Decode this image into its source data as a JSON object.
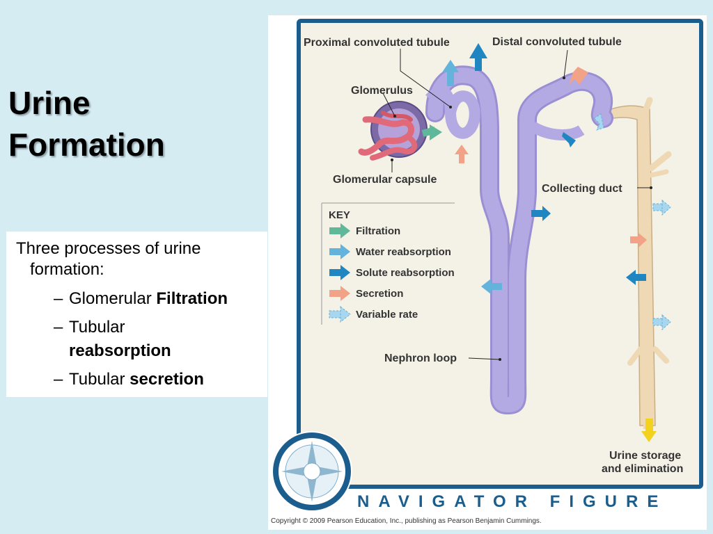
{
  "slide": {
    "title_line1": "Urine",
    "title_line2": "Formation"
  },
  "text_box": {
    "intro": "Three processes of urine formation:",
    "bullets": [
      {
        "plain": "Glomerular ",
        "bold": "Filtration"
      },
      {
        "plain": "Tubular ",
        "bold": "reabsorption"
      },
      {
        "plain": "Tubular ",
        "bold": "secretion"
      }
    ],
    "dash": "–"
  },
  "diagram": {
    "labels": {
      "proximal": "Proximal convoluted tubule",
      "distal": "Distal convoluted tubule",
      "glomerulus": "Glomerulus",
      "capsule": "Glomerular capsule",
      "collecting": "Collecting duct",
      "loop": "Nephron loop",
      "urine_line1": "Urine storage",
      "urine_line2": "and elimination"
    },
    "key": {
      "title": "KEY",
      "items": [
        {
          "label": "Filtration",
          "color": "#5fb89a"
        },
        {
          "label": "Water reabsorption",
          "color": "#63b3dc"
        },
        {
          "label": "Solute reabsorption",
          "color": "#1f86c2"
        },
        {
          "label": "Secretion",
          "color": "#f2a286"
        },
        {
          "label": "Variable rate",
          "color": "#a9d6ef"
        }
      ]
    },
    "footer": "NAVIGATOR FIGURE",
    "copyright": "Copyright © 2009 Pearson Education, Inc., publishing as Pearson Benjamin Cummings."
  },
  "colors": {
    "background": "#d6ecf3",
    "frame": "#1b5d8c",
    "panel": "#f4f1e6",
    "tubule": "#b3a9e3",
    "duct": "#efd9b4",
    "vessel": "#e0697a",
    "urine_arrow": "#f2d21d"
  }
}
